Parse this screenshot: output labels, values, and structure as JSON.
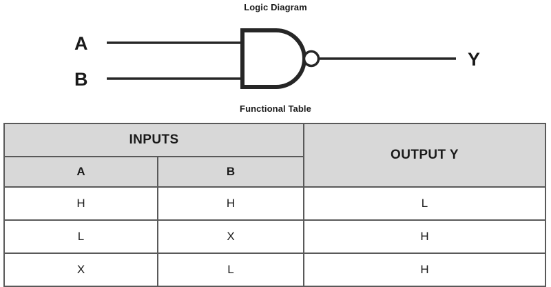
{
  "titles": {
    "logic_diagram": "Logic Diagram",
    "functional_table": "Functional Table"
  },
  "logic_diagram": {
    "gate_type": "NAND",
    "inputs": [
      {
        "label": "A"
      },
      {
        "label": "B"
      }
    ],
    "output": {
      "label": "Y"
    }
  },
  "table": {
    "group_headers": {
      "inputs": "INPUTS",
      "output": "OUTPUT Y"
    },
    "column_headers": [
      "A",
      "B"
    ],
    "rows": [
      {
        "a": "H",
        "b": "H",
        "y": "L"
      },
      {
        "a": "L",
        "b": "X",
        "y": "H"
      },
      {
        "a": "X",
        "b": "L",
        "y": "H"
      }
    ]
  },
  "colors": {
    "header_fill": "#d8d8d8",
    "border": "#595959",
    "ink": "#1a1a1a",
    "background": "#ffffff"
  }
}
